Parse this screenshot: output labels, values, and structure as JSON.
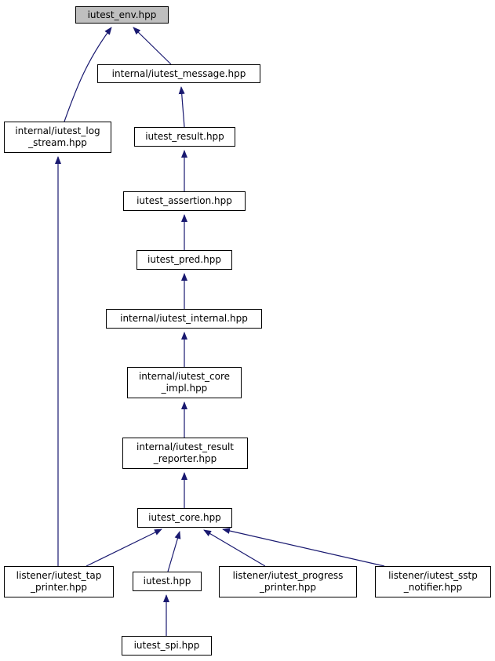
{
  "colors": {
    "edge": "#191970",
    "node_border": "#000000",
    "current_fill": "#bfbfbf",
    "node_fill": "#ffffff"
  },
  "nodes": {
    "env": {
      "lines": [
        "iutest_env.hpp"
      ]
    },
    "message": {
      "lines": [
        "internal/iutest_message.hpp"
      ]
    },
    "log_stream": {
      "lines": [
        "internal/iutest_log",
        "_stream.hpp"
      ]
    },
    "result": {
      "lines": [
        "iutest_result.hpp"
      ]
    },
    "assertion": {
      "lines": [
        "iutest_assertion.hpp"
      ]
    },
    "pred": {
      "lines": [
        "iutest_pred.hpp"
      ]
    },
    "internal": {
      "lines": [
        "internal/iutest_internal.hpp"
      ]
    },
    "core_impl": {
      "lines": [
        "internal/iutest_core",
        "_impl.hpp"
      ]
    },
    "result_reporter": {
      "lines": [
        "internal/iutest_result",
        "_reporter.hpp"
      ]
    },
    "core": {
      "lines": [
        "iutest_core.hpp"
      ]
    },
    "tap_printer": {
      "lines": [
        "listener/iutest_tap",
        "_printer.hpp"
      ]
    },
    "iutest": {
      "lines": [
        "iutest.hpp"
      ]
    },
    "progress_printer": {
      "lines": [
        "listener/iutest_progress",
        "_printer.hpp"
      ]
    },
    "sstp_notifier": {
      "lines": [
        "listener/iutest_sstp",
        "_notifier.hpp"
      ]
    },
    "spi": {
      "lines": [
        "iutest_spi.hpp"
      ]
    }
  }
}
